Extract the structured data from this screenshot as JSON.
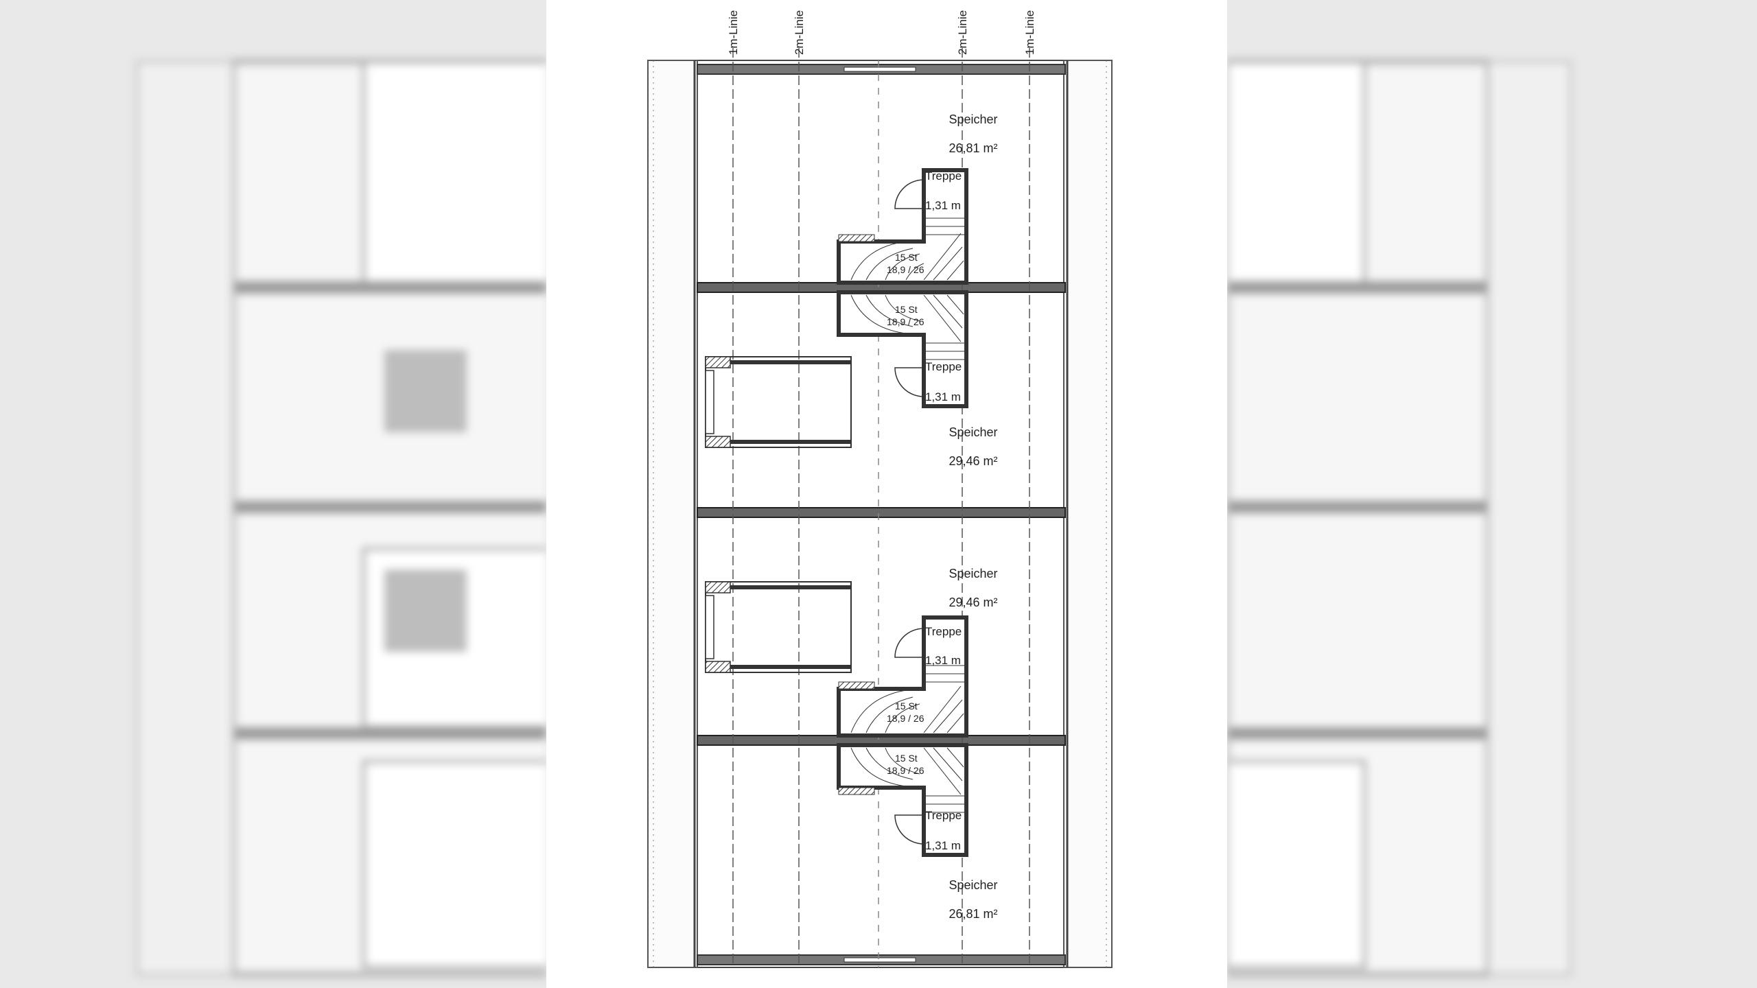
{
  "guide_lines": [
    "1m-Linie",
    "2m-Linie",
    "2m-Linie",
    "1m-Linie"
  ],
  "rooms": [
    {
      "name": "Speicher",
      "area": "26,81 m²"
    },
    {
      "name": "Speicher",
      "area": "29,46 m²"
    },
    {
      "name": "Speicher",
      "area": "29,46 m²"
    },
    {
      "name": "Speicher",
      "area": "26,81 m²"
    }
  ],
  "stairs": {
    "label": "Treppe",
    "area": "1,31 m",
    "steps": "15 St",
    "ratio": "18,9 / 26"
  },
  "colors": {
    "wall": "#555555",
    "line": "#333333",
    "background_side": "#e9e9e9"
  }
}
